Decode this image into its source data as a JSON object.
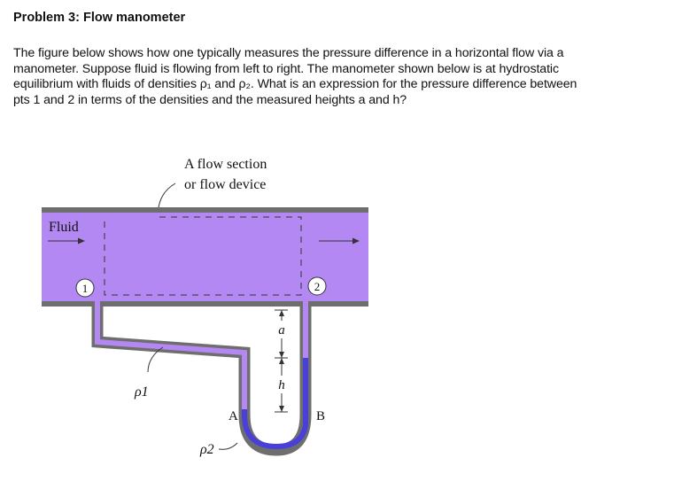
{
  "problem": {
    "title": "Problem 3: Flow manometer",
    "lines": [
      "The figure below shows how one typically measures the pressure difference in a horizontal flow via a",
      "manometer. Suppose fluid is flowing from left to right. The manometer shown below is at hydrostatic",
      "equilibrium with fluids of densities ρ₁ and ρ₂. What is an expression for the pressure difference between",
      "pts 1 and 2 in terms of the densities and the measured heights a and h?"
    ]
  },
  "figure": {
    "caption_line1": "A flow section",
    "caption_line2": "or flow device",
    "fluid_label": "Fluid",
    "point1": "1",
    "point2": "2",
    "rho1": "ρ1",
    "rho2": "ρ2",
    "label_a": "a",
    "label_h": "h",
    "label_A": "A",
    "label_B": "B",
    "colors": {
      "fluid1": "#b388f2",
      "fluid2": "#4a3fd8",
      "pipe_wall": "#6e6e6e",
      "white": "#ffffff"
    }
  }
}
